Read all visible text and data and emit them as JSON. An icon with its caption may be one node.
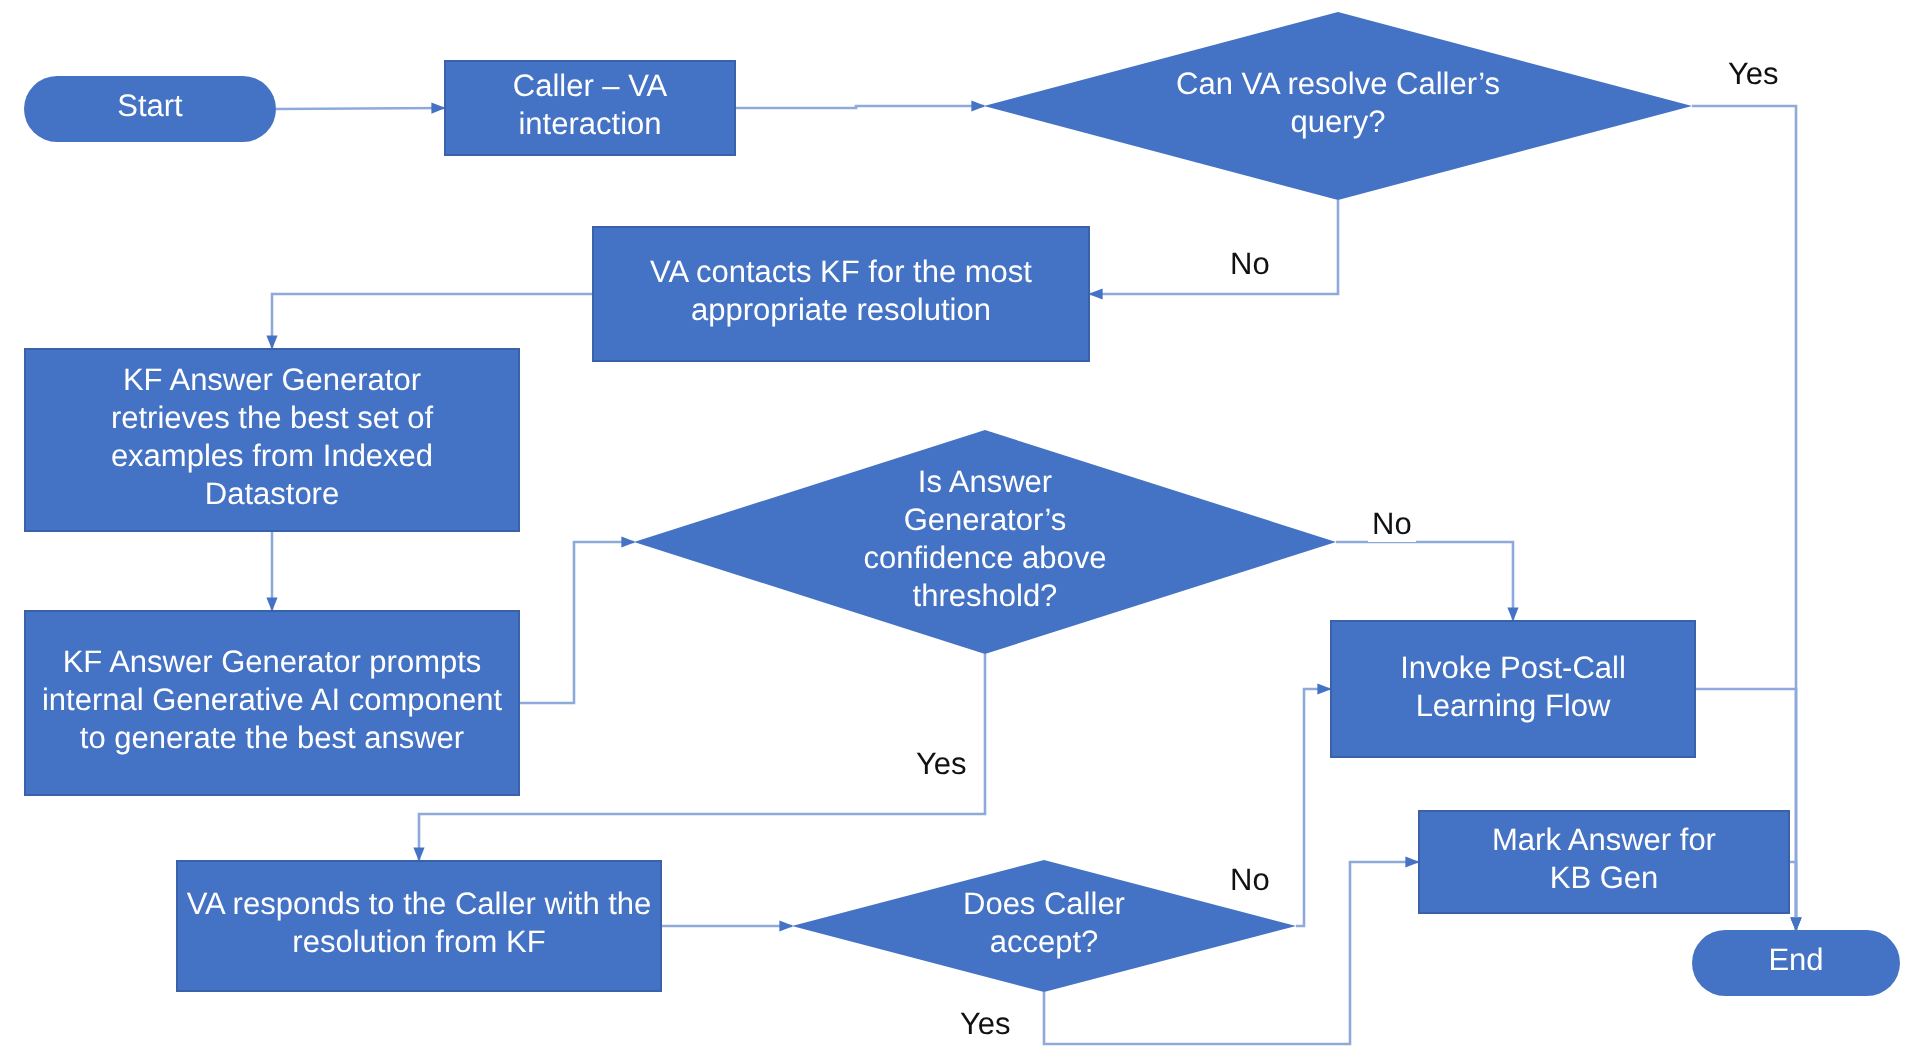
{
  "diagram": {
    "nodes": [
      {
        "text": [
          "Start"
        ]
      },
      {
        "text": [
          "Caller – VA interaction"
        ]
      },
      {
        "text": [
          "Can VA resolve Caller’s query?"
        ]
      },
      {
        "text": [
          "VA contacts KF for the most appropriate resolution"
        ]
      },
      {
        "text": [
          "KF Answer Generator retrieves the best set of examples from Indexed Datastore"
        ]
      },
      {
        "text": [
          "KF Answer Generator prompts internal Generative AI component to generate the best answer"
        ]
      },
      {
        "text": [
          "Is Answer Generator’s confidence above threshold?"
        ]
      },
      {
        "text": [
          "Invoke Post-Call Learning Flow"
        ]
      },
      {
        "text": [
          "Mark Answer for KB Gen"
        ]
      },
      {
        "text": [
          "VA responds to the Caller with the resolution from KF"
        ]
      },
      {
        "text": [
          "Does Caller accept?"
        ]
      },
      {
        "text": [
          "End"
        ]
      }
    ],
    "edges": [
      {
        "from": 0,
        "to": 1,
        "arrow": "to"
      },
      {
        "from": 1,
        "to": 2,
        "arrow": "to"
      },
      {
        "from": 2,
        "to": 11,
        "arrow": "to",
        "label": "Yes"
      },
      {
        "from": 2,
        "to": 3,
        "arrow": "to",
        "label": "No"
      },
      {
        "from": 3,
        "to": 4,
        "arrow": "to"
      },
      {
        "from": 4,
        "to": 5,
        "arrow": "to"
      },
      {
        "from": 5,
        "to": 6,
        "arrow": "to"
      },
      {
        "from": 6,
        "to": 7,
        "arrow": "to",
        "label": "No"
      },
      {
        "from": 6,
        "to": 9,
        "arrow": "to",
        "label": "Yes"
      },
      {
        "from": 9,
        "to": 10,
        "arrow": "to"
      },
      {
        "from": 10,
        "to": 7,
        "arrow": "to",
        "label": "No"
      },
      {
        "from": 10,
        "to": 8,
        "arrow": "to",
        "label": "Yes"
      },
      {
        "from": 7,
        "to": 11,
        "arrow": "to"
      },
      {
        "from": 8,
        "to": 11,
        "arrow": "to"
      }
    ]
  }
}
